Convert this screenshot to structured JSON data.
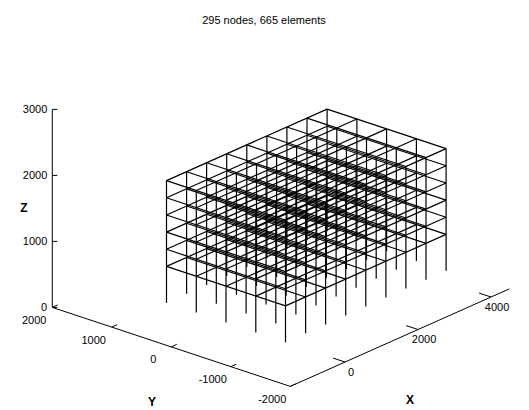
{
  "diagram": {
    "title": "295 nodes, 665 elements",
    "labels": [
      "3000",
      "2000",
      "1000",
      "0",
      "Z",
      "2000",
      "1000",
      "0",
      "-1000",
      "-2000",
      "Y",
      "0",
      "2000",
      "4000",
      "X"
    ]
  }
}
